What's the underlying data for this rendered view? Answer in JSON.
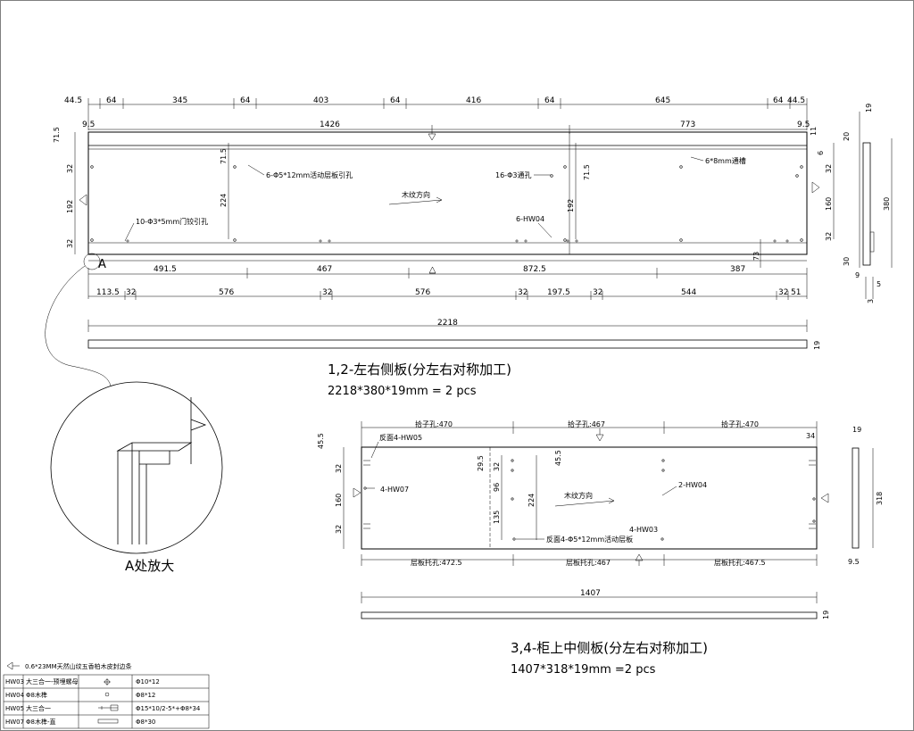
{
  "panel_a": {
    "top_dims": [
      "44.5",
      "64",
      "345",
      "64",
      "403",
      "64",
      "416",
      "64",
      "645",
      "64",
      "44.5"
    ],
    "mid_dims": [
      "9.5",
      "1426",
      "773",
      "9.5"
    ],
    "left_dims": [
      "71.5",
      "32",
      "192",
      "32"
    ],
    "right_dims": [
      "11",
      "6"
    ],
    "inner_dims": [
      "71.5",
      "224",
      "71.5",
      "192",
      "32",
      "160",
      "32",
      "73"
    ],
    "bottom_dims_1": [
      "491.5",
      "467",
      "872.5",
      "387"
    ],
    "bottom_dims_2": [
      "113.5",
      "32",
      "576",
      "32",
      "576",
      "32",
      "197.5",
      "32",
      "544",
      "32",
      "51"
    ],
    "notes": {
      "hinge_holes": "6-Φ5*12mm活动层板引孔",
      "holes_16": "16-Φ3通孔",
      "groove": "6*8mm通槽",
      "grain": "木纹方向",
      "door_holes": "10-Φ3*5mm门铰引孔",
      "hw04": "6-HW04"
    },
    "marker_a": "A",
    "side_dims": [
      "19",
      "20",
      "380",
      "30",
      "9",
      "5",
      "3"
    ],
    "edge_length": "2218",
    "edge_thick": "19",
    "title": "1,2-左右侧板(分左右对称加工)",
    "size": "2218*380*19mm = 2 pcs"
  },
  "detail": {
    "label": "A处放大"
  },
  "panel_b": {
    "top_dims": [
      "拾子孔:470",
      "拾子孔:467",
      "拾子孔:470"
    ],
    "left_dims": [
      "45.5",
      "32",
      "160",
      "32"
    ],
    "right_dims": [
      "34"
    ],
    "inner_dims": [
      "29.5",
      "32",
      "96",
      "135",
      "45.5",
      "224"
    ],
    "notes": {
      "back_hw05": "反面4-HW05",
      "hw07": "4-HW07",
      "hw04": "2-HW04",
      "hw03": "4-HW03",
      "back_holes": "反面4-Φ5*12mm活动层板",
      "grain": "木纹方向"
    },
    "bottom_dims": [
      "层板托孔:472.5",
      "层板托孔:467",
      "层板托孔:467.5"
    ],
    "side_dims": [
      "19",
      "318",
      "9.5"
    ],
    "edge_length": "1407",
    "edge_thick": "19",
    "title": "3,4-柜上中侧板(分左右对称加工)",
    "size": "1407*318*19mm =2 pcs"
  },
  "legend": {
    "header": "0.6*23MM天然山纹五香柏木皮封边条",
    "rows": [
      {
        "code": "HW03",
        "name": "大三合一-预埋螺母",
        "spec": "Φ10*12"
      },
      {
        "code": "HW04",
        "name": "Φ8木榫",
        "spec": "Φ8*12"
      },
      {
        "code": "HW05",
        "name": "大三合一",
        "spec": "Φ15*10/2-5*+Φ8*34"
      },
      {
        "code": "HW07",
        "name": "Φ8木榫-直",
        "spec": "Φ8*30"
      }
    ]
  }
}
